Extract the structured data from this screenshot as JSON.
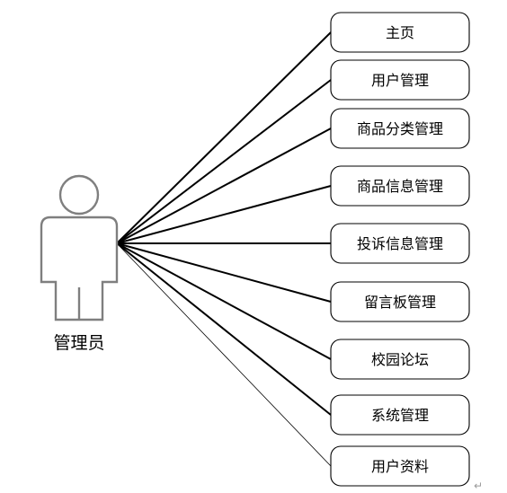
{
  "actor": {
    "label": "管理员",
    "icon": "person-icon"
  },
  "use_cases": [
    {
      "label": "主页"
    },
    {
      "label": "用户管理"
    },
    {
      "label": "商品分类管理"
    },
    {
      "label": "商品信息管理"
    },
    {
      "label": "投诉信息管理"
    },
    {
      "label": "留言板管理"
    },
    {
      "label": "校园论坛"
    },
    {
      "label": "系统管理"
    },
    {
      "label": "用户资料"
    }
  ],
  "paragraph_mark": "↵"
}
